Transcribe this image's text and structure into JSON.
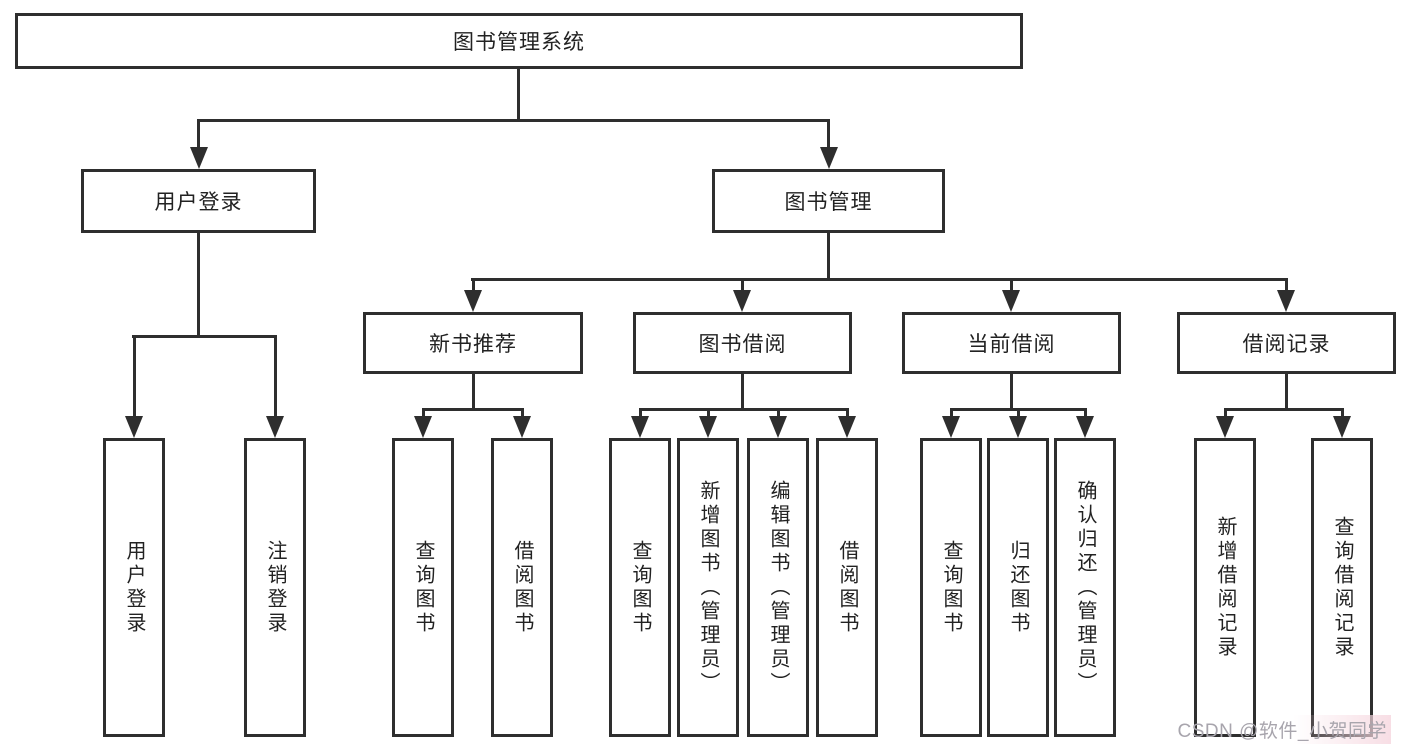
{
  "nodes": {
    "root": "图书管理系统",
    "l1": [
      "用户登录",
      "图书管理"
    ],
    "l2": [
      "新书推荐",
      "图书借阅",
      "当前借阅",
      "借阅记录"
    ],
    "leaves": [
      "用户登录",
      "注销登录",
      "查询图书",
      "借阅图书",
      "查询图书",
      "新增图书（管理员）",
      "编辑图书（管理员）",
      "借阅图书",
      "查询图书",
      "归还图书",
      "确认归还（管理员）",
      "新增借阅记录",
      "查询借阅记录"
    ]
  },
  "hierarchy": {
    "图书管理系统": {
      "用户登录": [
        "用户登录",
        "注销登录"
      ],
      "图书管理": {
        "新书推荐": [
          "查询图书",
          "借阅图书"
        ],
        "图书借阅": [
          "查询图书",
          "新增图书（管理员）",
          "编辑图书（管理员）",
          "借阅图书"
        ],
        "当前借阅": [
          "查询图书",
          "归还图书",
          "确认归还（管理员）"
        ],
        "借阅记录": [
          "新增借阅记录",
          "查询借阅记录"
        ]
      }
    }
  },
  "watermark": "CSDN @软件_小贺同学",
  "colors": {
    "line": "#2e2e2e",
    "box_border": "#2e2e2e",
    "box_background": "#ffffff",
    "text": "#222222",
    "background": "#ffffff",
    "watermark_text": "#a8a5ad",
    "watermark_tint": "#f6d8e0"
  }
}
